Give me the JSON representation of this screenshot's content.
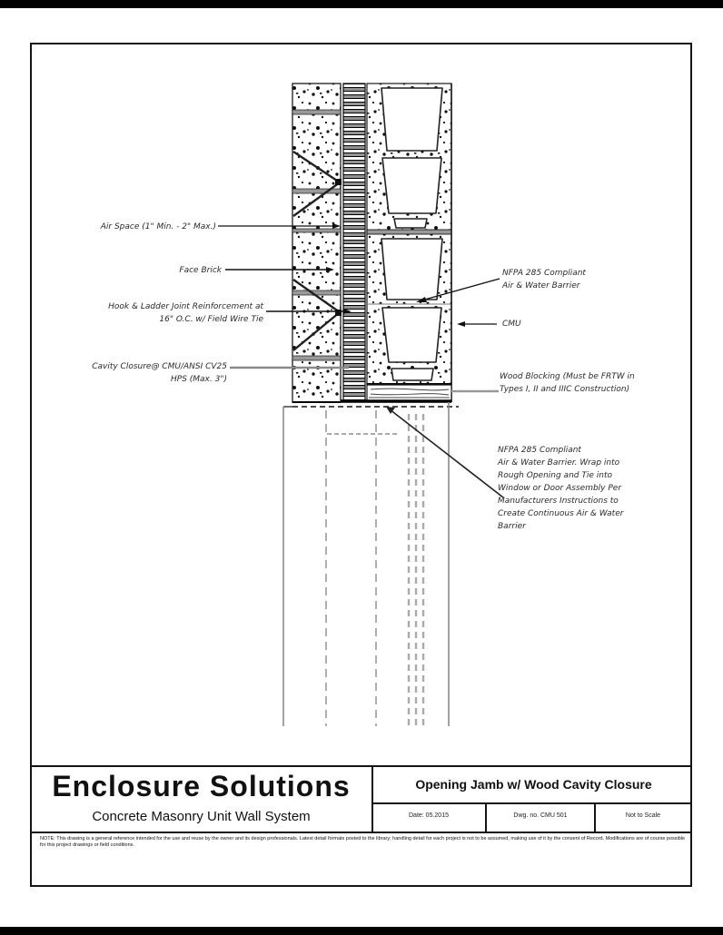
{
  "colors": {
    "line": "#1a1a1a",
    "leader_gray": "#8a8a8a",
    "joint_gray": "#999999",
    "paper": "#ffffff"
  },
  "callouts": {
    "air_space": "Air Space (1\" Min. - 2\" Max.)",
    "face_brick": "Face Brick",
    "joint_reinforcement": "Hook & Ladder Joint Reinforcement at\n16\" O.C. w/ Field Wire Tie",
    "cavity_closure": "Cavity Closure@ CMU/ANSI CV25\nHPS (Max. 3\")",
    "barrier_upper": "NFPA 285 Compliant\nAir & Water Barrier",
    "cmu": "CMU",
    "wood_blocking": "Wood Blocking (Must be FRTW in\nTypes I, II and IIIC Construction)",
    "barrier_wrap": "NFPA 285 Compliant\nAir & Water Barrier. Wrap into\nRough Opening and Tie into\nWindow or Door Assembly Per\nManufacturers Instructions to\nCreate Continuous Air & Water\nBarrier"
  },
  "title_block": {
    "company": "Enclosure Solutions",
    "system": "Concrete Masonry Unit Wall System",
    "drawing_title": "Opening Jamb w/ Wood Cavity Closure",
    "date": "Date: 05.2015",
    "drawing_no": "Dwg. no. CMU 501",
    "scale": "Not to Scale"
  },
  "note": "NOTE: This drawing is a general reference intended for the use and reuse by the owner and its design professionals. Latest detail formats posted to the library; handling detail for each project is not to be assumed, making use of it by the consent of Record. Modifications are of course possible for this project drawings or field conditions."
}
